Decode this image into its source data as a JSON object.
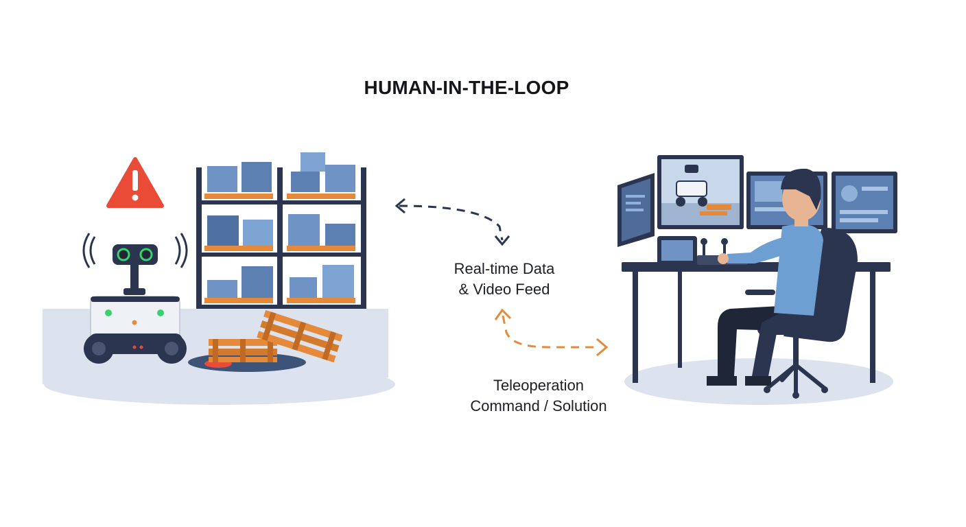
{
  "title": "HUMAN-IN-THE-LOOP",
  "flows": {
    "data_feed": {
      "line1": "Real-time Data",
      "line2": "& Video Feed"
    },
    "command": {
      "line1": "Teleoperation",
      "line2": "Command / Solution"
    }
  },
  "colors": {
    "navy": "#2b3550",
    "steel_blue": "#6f93c4",
    "pallet_orange": "#e48a3a",
    "alert_red": "#e94b36",
    "eye_green": "#3ad36b",
    "floor": "#dde3ee",
    "shirt": "#6e9fd3"
  },
  "icons": [
    "warning-icon",
    "robot-icon",
    "shelf-icon",
    "pallet-icon",
    "operator-icon",
    "monitor-icon",
    "chair-icon"
  ]
}
